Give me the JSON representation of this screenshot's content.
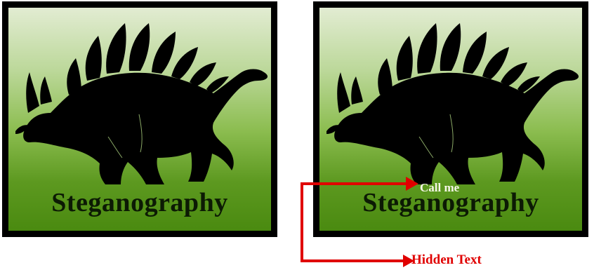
{
  "left_panel": {
    "caption": "Steganography"
  },
  "right_panel": {
    "caption": "Steganography",
    "hidden_message": "Call me"
  },
  "annotation": {
    "label": "Hidden Text"
  },
  "colors": {
    "frame": "#000000",
    "gradient_top": "#e2ecd2",
    "gradient_bottom": "#4a8a10",
    "caption_text": "#0c1a04",
    "hidden_message_text": "#f6f6e8",
    "arrow": "#e00000"
  }
}
